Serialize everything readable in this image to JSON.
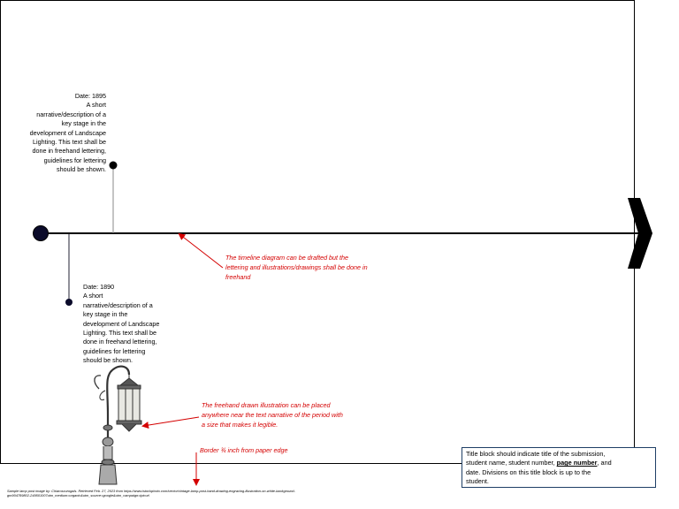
{
  "entries": [
    {
      "date": "Date: 1895",
      "lines": [
        "A short",
        "narrative/description of a",
        "key stage in the",
        "development of Landscape",
        "Lighting. This text shall be",
        "done in freehand lettering,",
        "guidelines for lettering",
        "should be shown."
      ]
    },
    {
      "date": "Date: 1890",
      "lines": [
        "A short",
        "narrative/description of a",
        "key stage in the",
        "development of Landscape",
        "Lighting. This text shall be",
        "done in freehand lettering,",
        "guidelines for lettering",
        "should be shown."
      ]
    }
  ],
  "annotations": {
    "timeline": [
      "The timeline diagram can be drafted but the",
      "lettering and illustrations/drawings shall be done in",
      "freehand"
    ],
    "illustration": [
      "The freehand drawn illustration can be placed",
      "anywhere near the text narrative of the period with",
      "a size that makes it legible."
    ],
    "border": "Border ¾ inch from paper edge"
  },
  "title_block": {
    "line1": "Title block should indicate title of the submission,",
    "line2_pre": "student name, student number, ",
    "line2_bold": "page number",
    "line2_post": ", and",
    "line3": "date. Divisions on this title block is up to the",
    "line4": "student."
  },
  "credit": {
    "line1": "Sample lamp post image by: Chiaroscurogals. Retrieved Feb. 27, 2023 from https://www.istockphoto.com/vector/vintage-lamp-post-hand-drawing-engraving-illustration-on-white-background-",
    "line2": "gm904789802-249501007utm_medium=organic&utm_source=google&utm_campaign=iptcurl"
  },
  "colors": {
    "annotation": "#d40000",
    "line": "#000000",
    "title_block_border": "#1f3f66",
    "stem": "#888888"
  },
  "icons": {
    "lamp": "vintage-lamp-post-illustration",
    "arrow": "timeline-arrowhead"
  }
}
